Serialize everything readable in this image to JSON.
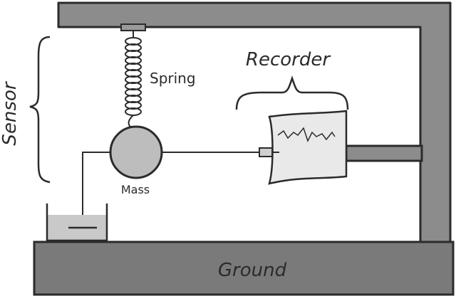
{
  "labels": {
    "sensor": "Sensor",
    "spring": "Spring",
    "recorder": "Recorder",
    "mass": "Mass",
    "ground": "Ground"
  },
  "colors": {
    "frame": "#8c8c8c",
    "ground": "#7a7a7a",
    "mass": "#bdbdbd",
    "paper": "#e9e9e9",
    "fluid": "#c9c9c9",
    "ink": "#2b2b2b",
    "background": "#ffffff"
  }
}
